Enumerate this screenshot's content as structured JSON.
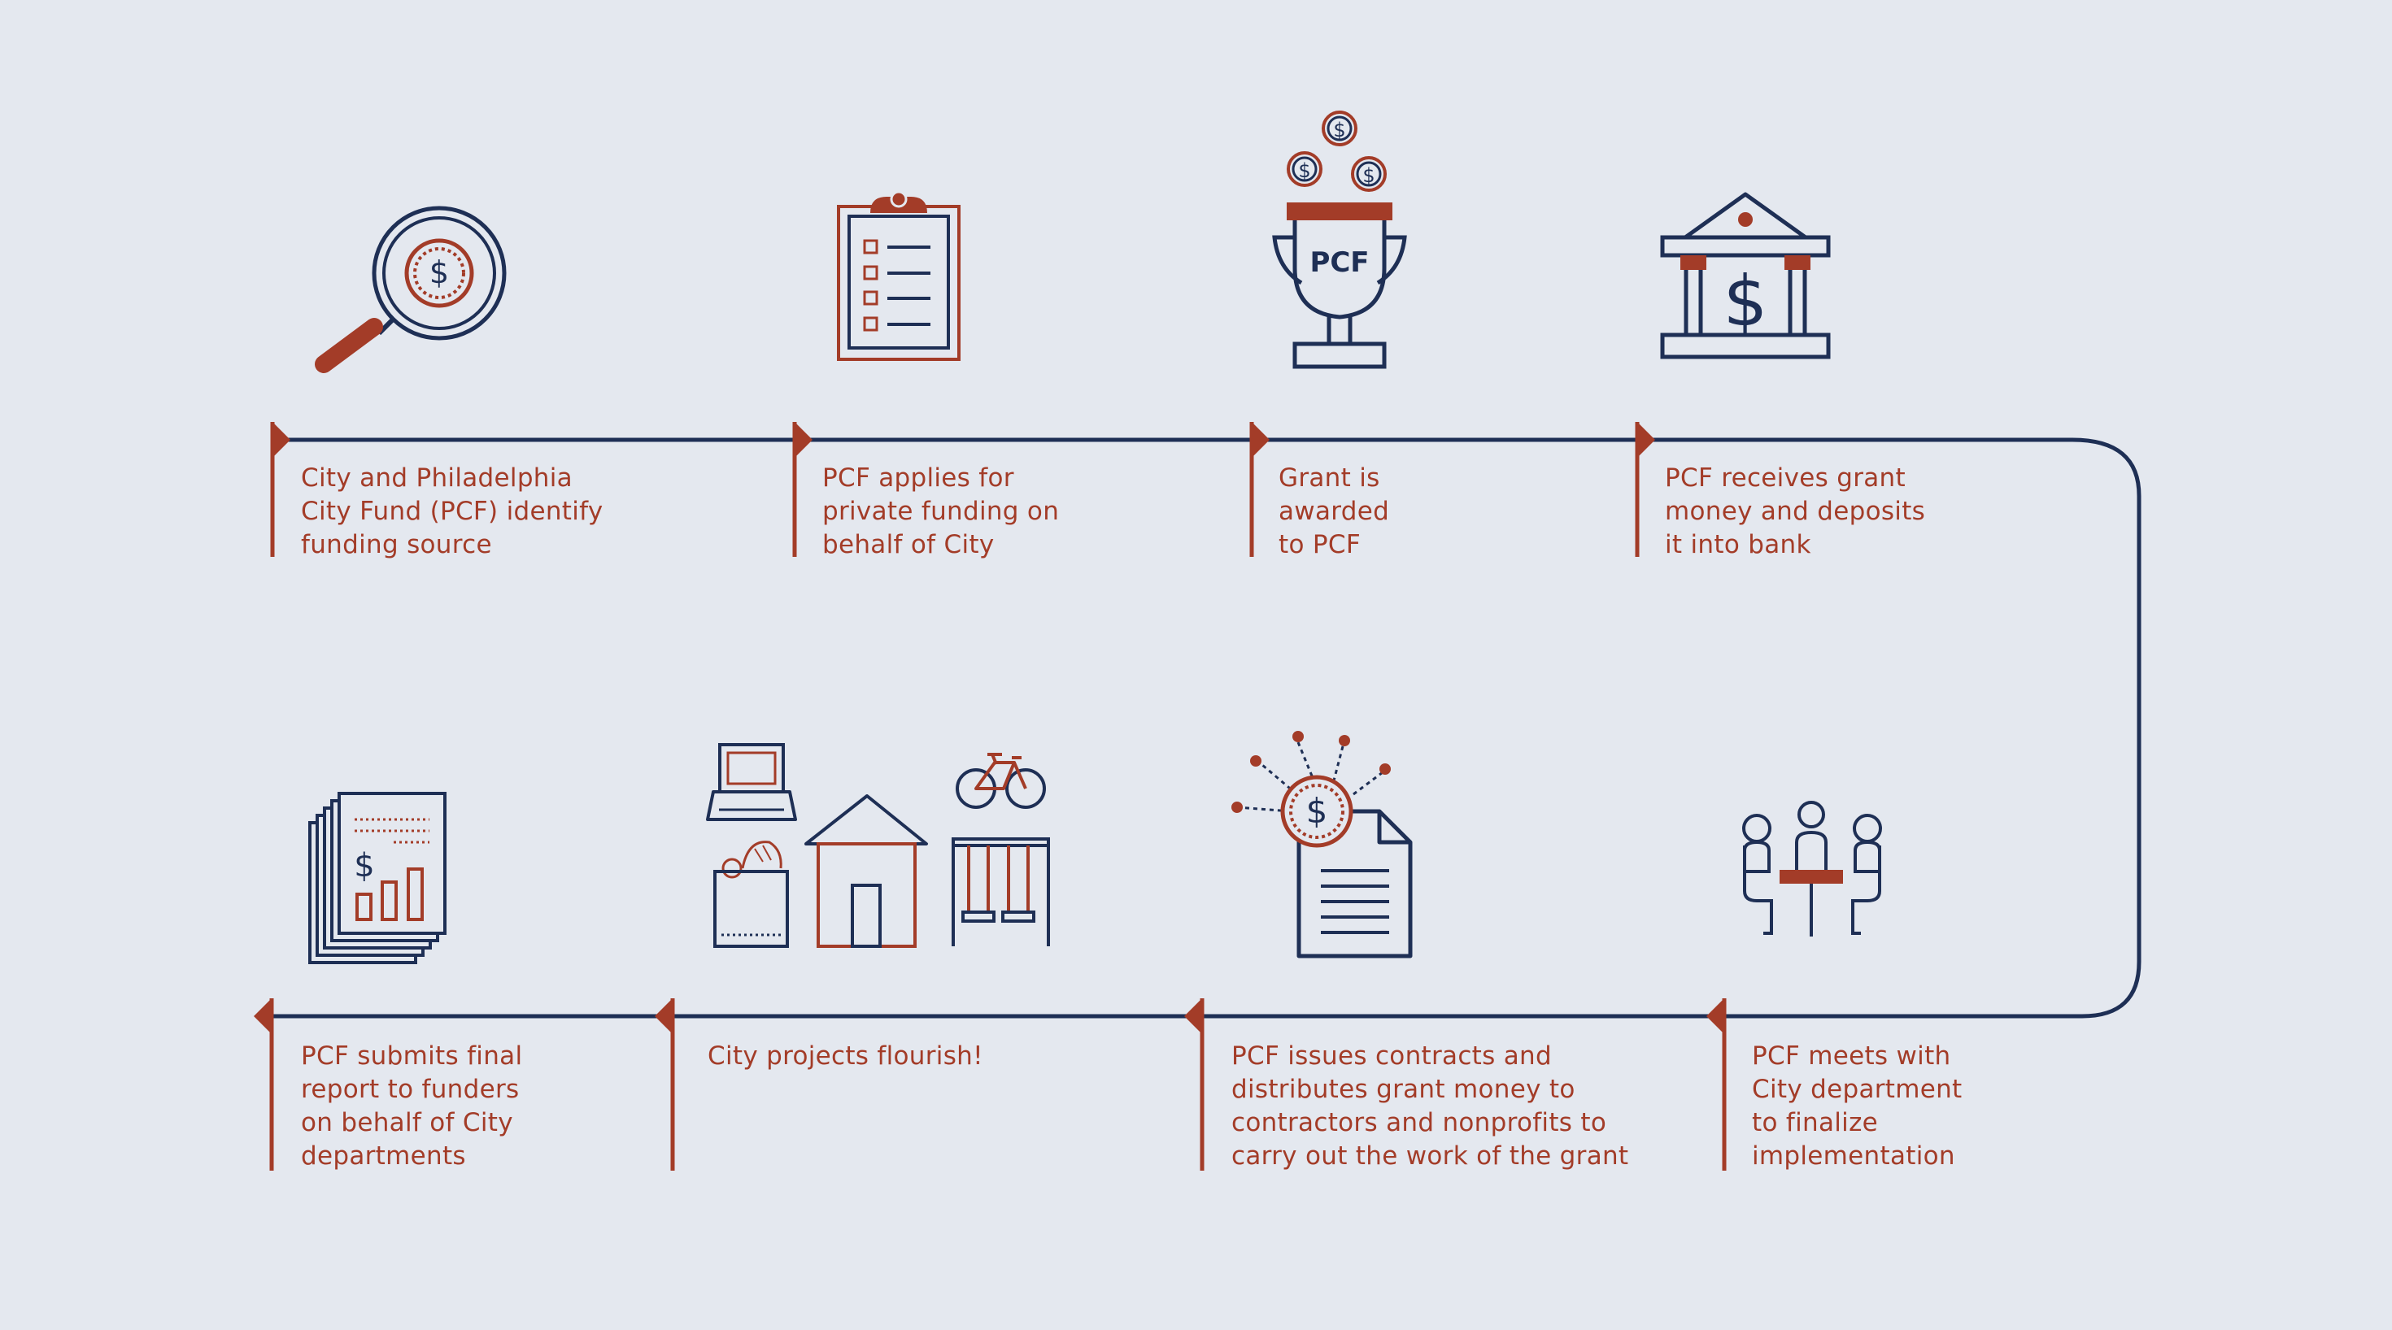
{
  "colors": {
    "navy": "#1e2f55",
    "rust": "#a33c28",
    "background": "#e4e8ef"
  },
  "steps": [
    {
      "icon": "magnifier-dollar-icon",
      "lines": [
        "City and Philadelphia",
        "City Fund (PCF) identify",
        "funding source"
      ]
    },
    {
      "icon": "clipboard-checklist-icon",
      "lines": [
        "PCF applies for",
        "private funding on",
        "behalf of City"
      ]
    },
    {
      "icon": "trophy-coins-icon",
      "lines": [
        "Grant is",
        "awarded",
        "to PCF"
      ]
    },
    {
      "icon": "bank-icon",
      "lines": [
        "PCF receives grant",
        "money and deposits",
        "it into bank"
      ]
    },
    {
      "icon": "meeting-people-icon",
      "lines": [
        "PCF meets with",
        "City department",
        "to finalize",
        "implementation"
      ]
    },
    {
      "icon": "contract-coin-network-icon",
      "lines": [
        "PCF issues contracts and",
        "distributes grant money to",
        "contractors and nonprofits to",
        "carry out the work of the grant"
      ]
    },
    {
      "icon": "city-projects-icon",
      "lines": [
        "City projects flourish!"
      ]
    },
    {
      "icon": "report-chart-icon",
      "lines": [
        "PCF submits final",
        "report to funders",
        "on behalf of City",
        "departments"
      ]
    }
  ],
  "icon_labels": {
    "trophy": "PCF",
    "dollar": "$"
  }
}
